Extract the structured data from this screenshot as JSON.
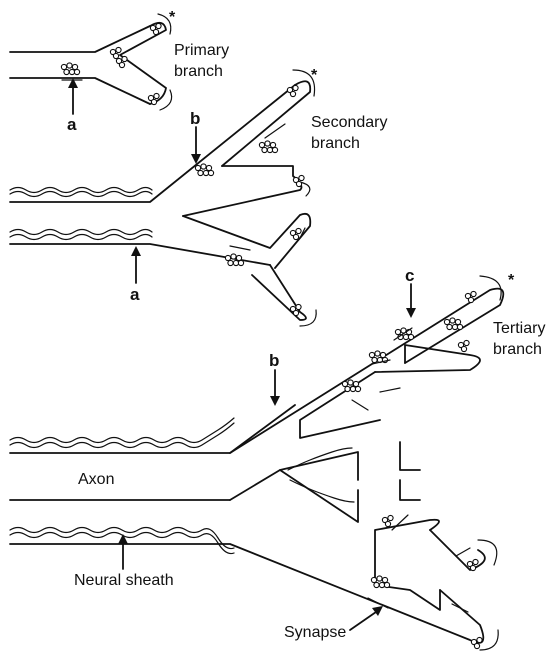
{
  "labels": {
    "primary_branch_line1": "Primary",
    "primary_branch_line2": "branch",
    "secondary_branch_line1": "Secondary",
    "secondary_branch_line2": "branch",
    "tertiary_branch_line1": "Tertiary",
    "tertiary_branch_line2": "branch",
    "axon": "Axon",
    "neural_sheath": "Neural sheath",
    "synapse": "Synapse"
  },
  "markers": {
    "a": "a",
    "b": "b",
    "c": "c",
    "star": "*"
  }
}
